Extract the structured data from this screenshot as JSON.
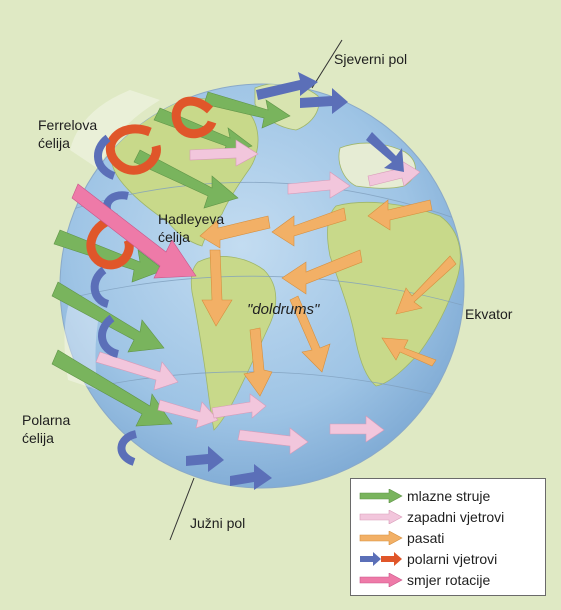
{
  "labels": {
    "north_pole": "Sjeverni pol",
    "south_pole": "Južni pol",
    "ferrel_cell": [
      "Ferrelova",
      "ćelija"
    ],
    "hadley_cell": [
      "Hadleyeva",
      "ćelija"
    ],
    "polar_cell": [
      "Polarna",
      "ćelija"
    ],
    "doldrums": "\"doldrums\"",
    "equator": "Ekvator"
  },
  "legend": [
    {
      "name": "jet-streams",
      "label": "mlazne struje",
      "colors": [
        "#79b45d"
      ],
      "shape": "arrow"
    },
    {
      "name": "westerlies",
      "label": "zapadni vjetrovi",
      "colors": [
        "#f2c6dc"
      ],
      "shape": "arrow"
    },
    {
      "name": "trade-winds",
      "label": "pasati",
      "colors": [
        "#f2b066"
      ],
      "shape": "arrow"
    },
    {
      "name": "polar-easterlies",
      "label": "polarni vjetrovi",
      "colors": [
        "#5b6fb8",
        "#e0562a"
      ],
      "shape": "double-arrow"
    },
    {
      "name": "rotation-direction",
      "label": "smjer rotacije",
      "colors": [
        "#ee7aa8"
      ],
      "shape": "arrow"
    }
  ],
  "colors": {
    "background": "#dfe9c4",
    "ocean": "#9cc3e4",
    "land": "#c8d98a",
    "jet": "#79b45d",
    "westerly": "#f2c6dc",
    "trade": "#f2b066",
    "polar_blue": "#5b6fb8",
    "polar_red": "#e0562a",
    "rotation": "#ee7aa8"
  }
}
